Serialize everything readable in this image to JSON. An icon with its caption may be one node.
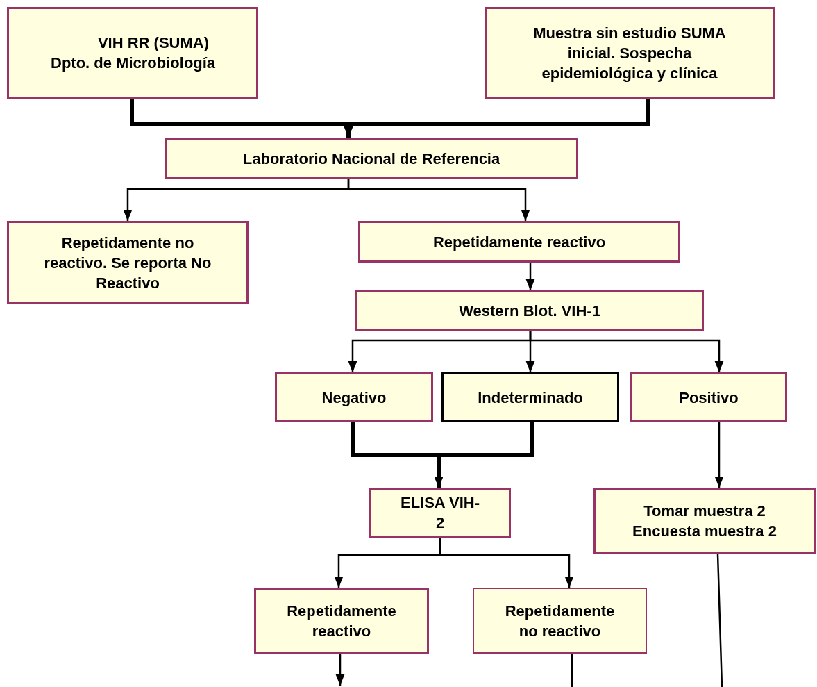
{
  "diagram": {
    "nodes": [
      {
        "text": [
          "VIH RR (SUMA)",
          "Dpto. de Microbiología"
        ]
      },
      {
        "text": [
          "Muestra sin estudio SUMA inicial. Sospecha epidemiológica y clínica"
        ]
      },
      {
        "text": [
          "Laboratorio Nacional de Referencia"
        ]
      },
      {
        "text": [
          "Repetidamente no reactivo. Se reporta No Reactivo"
        ]
      },
      {
        "text": [
          "Repetidamente reactivo"
        ]
      },
      {
        "text": [
          "Western Blot. VIH-1"
        ]
      },
      {
        "text": [
          "Negativo"
        ]
      },
      {
        "text": [
          "Indeterminado"
        ]
      },
      {
        "text": [
          "Positivo"
        ]
      },
      {
        "text": [
          "ELISA VIH-2"
        ]
      },
      {
        "text": [
          "Tomar  muestra 2 Encuesta muestra 2"
        ]
      },
      {
        "text": [
          "Repetidamente reactivo"
        ]
      },
      {
        "text": [
          "Repetidamente no reactivo"
        ]
      }
    ],
    "edges": [
      {
        "from": 0,
        "to": 2,
        "arrow": "to",
        "style": "thick"
      },
      {
        "from": 1,
        "to": 2,
        "arrow": "to",
        "style": "thick"
      },
      {
        "from": 2,
        "to": 3,
        "arrow": "to"
      },
      {
        "from": 2,
        "to": 4,
        "arrow": "to"
      },
      {
        "from": 4,
        "to": 5,
        "arrow": "to"
      },
      {
        "from": 5,
        "to": 6,
        "arrow": "to"
      },
      {
        "from": 5,
        "to": 7,
        "arrow": "to"
      },
      {
        "from": 5,
        "to": 8,
        "arrow": "to"
      },
      {
        "from": 6,
        "to": 9,
        "arrow": "to",
        "style": "thick"
      },
      {
        "from": 7,
        "to": 9,
        "arrow": "to",
        "style": "thick"
      },
      {
        "from": 8,
        "to": 10,
        "arrow": "to"
      },
      {
        "from": 9,
        "to": 11,
        "arrow": "to"
      },
      {
        "from": 9,
        "to": 12,
        "arrow": "to"
      },
      {
        "from": 11,
        "to": null,
        "arrow": "to"
      },
      {
        "from": 12,
        "to": null,
        "arrow": "none"
      },
      {
        "from": 10,
        "to": null,
        "arrow": "none"
      }
    ]
  }
}
